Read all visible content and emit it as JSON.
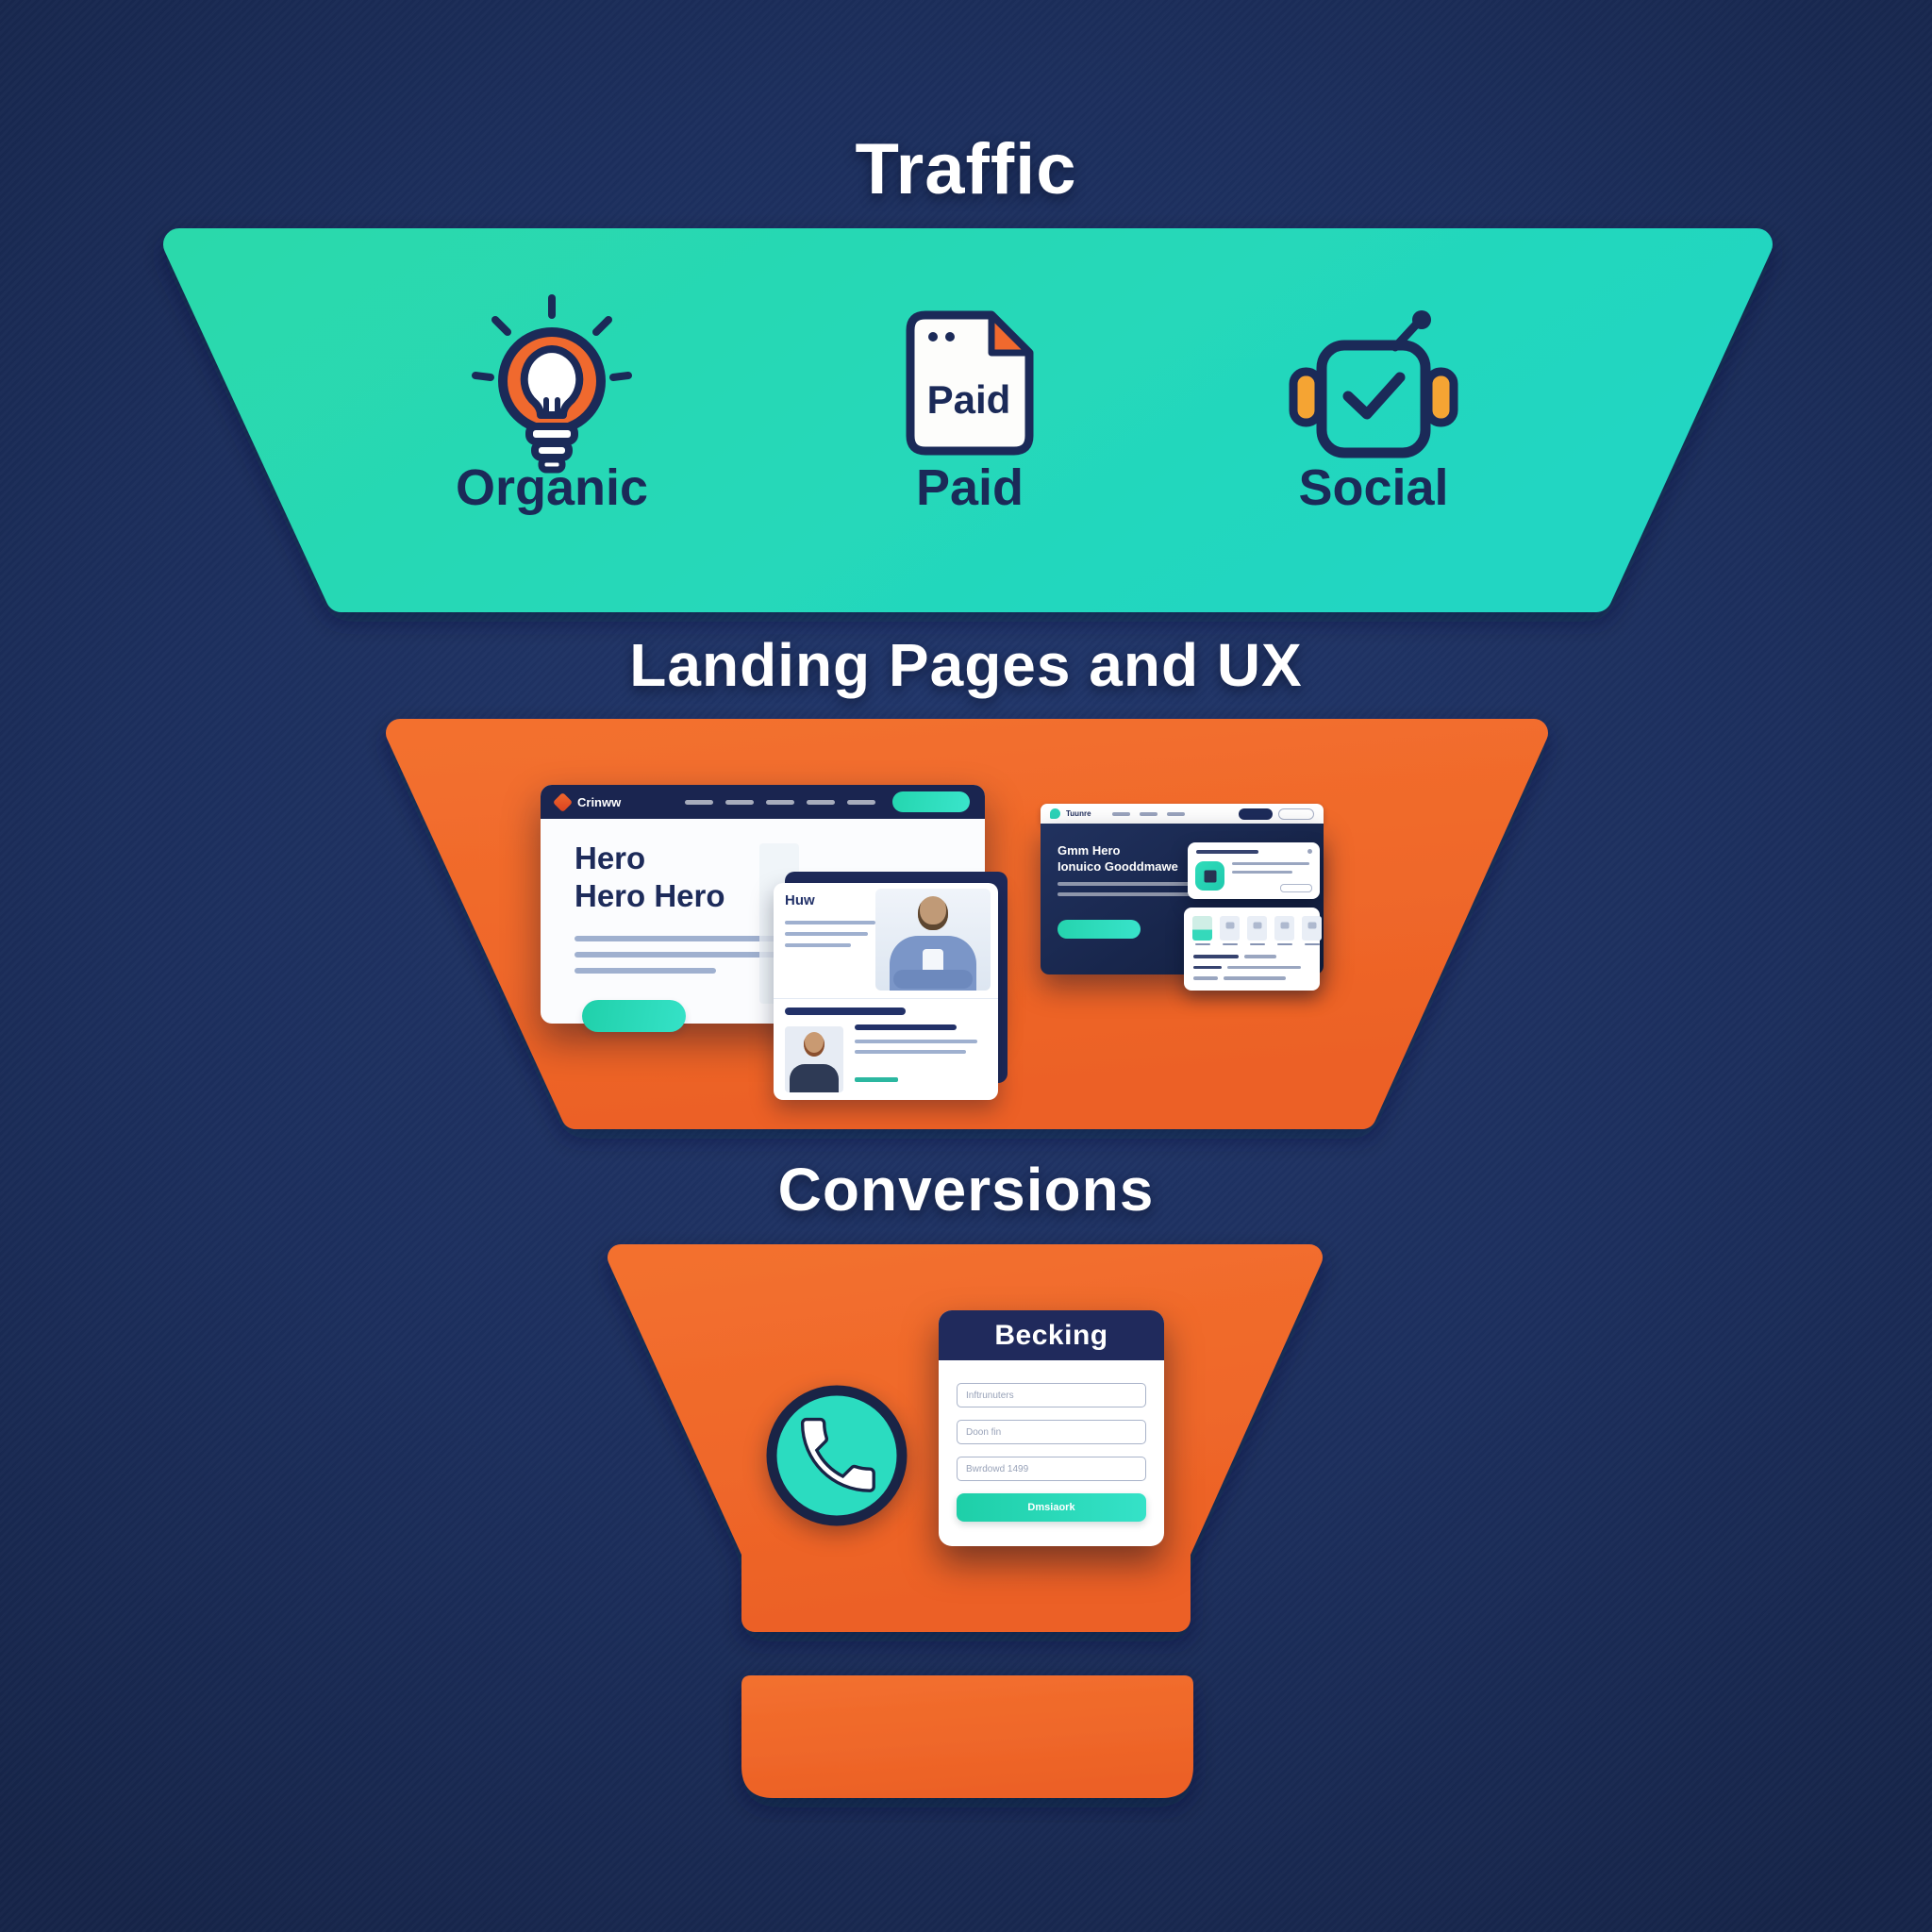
{
  "colors": {
    "background_navy": "#1c2f5d",
    "teal": "#26d7b4",
    "orange": "#f1672c",
    "navy_text": "#1b2a58",
    "white": "#ffffff"
  },
  "stages": {
    "traffic": {
      "title": "Traffic",
      "sources": [
        {
          "label": "Organic",
          "icon": "lightbulb-icon"
        },
        {
          "label": "Paid",
          "icon": "paid-document-icon",
          "doc_text": "Paid"
        },
        {
          "label": "Social",
          "icon": "robot-check-icon"
        }
      ]
    },
    "landing": {
      "title": "Landing Pages and UX",
      "site_left": {
        "brand": "Crinww",
        "hero_line1": "Hero",
        "hero_line2": "Hero Hero",
        "card_title": "Huw"
      },
      "site_right": {
        "brand": "Tuunre",
        "hero_line1": "Gmm Hero",
        "hero_line2": "Ionuico Gooddmawe"
      }
    },
    "conversions": {
      "title": "Conversions",
      "form": {
        "title": "Becking",
        "placeholders": {
          "field1": "Inftrunuters",
          "field2": "Doon fin",
          "field3": "Bwrdowd 1499"
        },
        "submit_label": "Dmsiaork"
      }
    }
  }
}
